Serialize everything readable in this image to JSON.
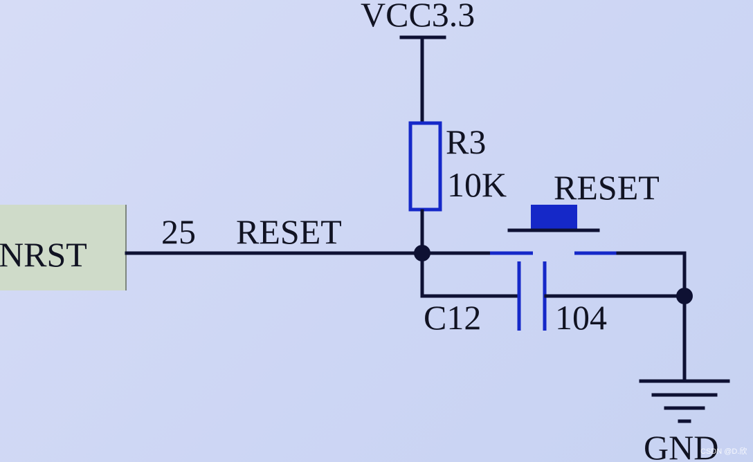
{
  "labels": {
    "vcc": "VCC3.3",
    "resistor_ref": "R3",
    "resistor_value": "10K",
    "switch_ref": "RESET",
    "pin_number": "25",
    "net_name": "RESET",
    "pin_name": "NRST",
    "cap_ref": "C12",
    "cap_value": "104",
    "gnd": "GND"
  },
  "watermark": "CSDN @D.欣",
  "colors": {
    "background": "#cfd8f4",
    "wire": "#0e1133",
    "component": "#1528c8",
    "chip_body": "#cfdbc9"
  }
}
